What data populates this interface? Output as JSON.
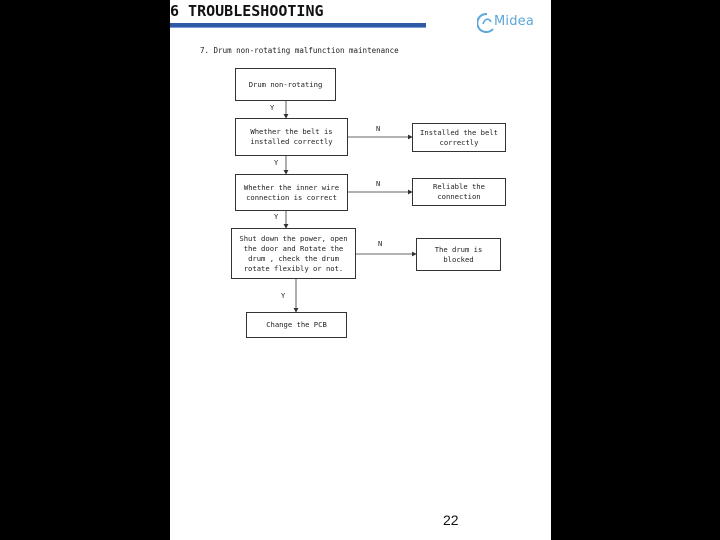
{
  "header": {
    "title": "6 TROUBLESHOOTING",
    "logo_text": "Midea",
    "accent_color": "#2e5aa8",
    "logo_color": "#5aa7d8"
  },
  "section": {
    "title": "7. Drum non-rotating malfunction maintenance"
  },
  "flow": {
    "start": "Drum non-rotating",
    "q1": "Whether the belt is installed correctly",
    "a1": "Installed the belt correctly",
    "q2": "Whether the inner wire connection is correct",
    "a2": "Reliable the connection",
    "q3": "Shut down the power, open the door and Rotate the drum , check the drum rotate flexibly or not.",
    "a3": "The drum is blocked",
    "end": "Change the PCB",
    "yes_label": "Y",
    "no_label": "N"
  },
  "footer": {
    "page_number": "22"
  }
}
